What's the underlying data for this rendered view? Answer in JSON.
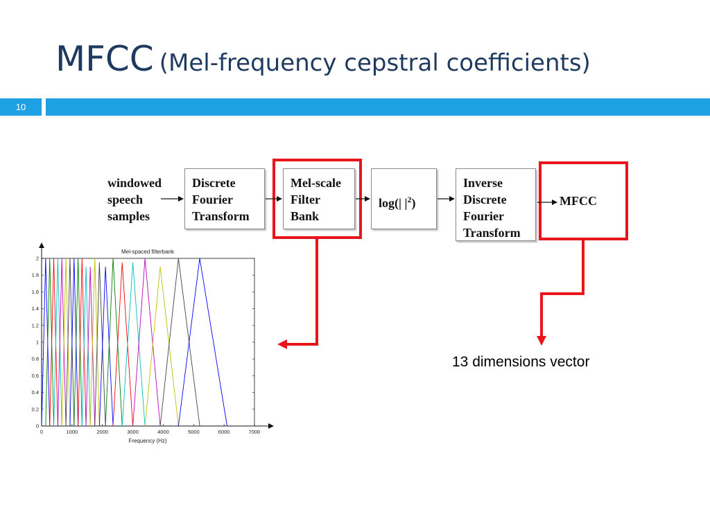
{
  "slide": {
    "title_main": "MFCC",
    "title_sub": "(Mel-frequency cepstral coefficients)",
    "number": "10",
    "accent_color": "#1da1e2"
  },
  "diagram": {
    "input_label": [
      "windowed",
      "speech",
      "samples"
    ],
    "boxes": {
      "dft": [
        "Discrete",
        "Fourier",
        "Transform"
      ],
      "mel": [
        "Mel-scale",
        "Filter",
        "Bank"
      ],
      "log_prefix": "log(|  |",
      "log_exp": "2",
      "log_suffix": ")",
      "idft": [
        "Inverse",
        "Discrete",
        "Fourier",
        "Transform"
      ]
    },
    "output_label": "MFCC",
    "highlight_color": "#e8151b",
    "note": "13 dimensions vector"
  },
  "chart_data": {
    "type": "line",
    "title": "Mel-spaced filterbank",
    "xlabel": "Frequency (Hz)",
    "ylabel": "",
    "xlim": [
      0,
      7000
    ],
    "ylim": [
      0,
      2
    ],
    "xticks": [
      "0",
      "1000",
      "2000",
      "3000",
      "4000",
      "5000",
      "6000",
      "7000"
    ],
    "yticks": [
      "0",
      "0.2",
      "0.4",
      "0.6",
      "0.8",
      "1",
      "1.2",
      "1.4",
      "1.6",
      "1.8",
      "2"
    ],
    "grid": false,
    "series": [
      {
        "color": "#0000ff",
        "x": [
          0,
          133,
          267
        ],
        "y": [
          0,
          2,
          0
        ]
      },
      {
        "color": "#008000",
        "x": [
          133,
          267,
          400
        ],
        "y": [
          0,
          2,
          0
        ]
      },
      {
        "color": "#ff0000",
        "x": [
          267,
          400,
          533
        ],
        "y": [
          0,
          2,
          0
        ]
      },
      {
        "color": "#00bfbf",
        "x": [
          400,
          533,
          667
        ],
        "y": [
          0,
          2,
          0
        ]
      },
      {
        "color": "#bf00bf",
        "x": [
          533,
          667,
          800
        ],
        "y": [
          0,
          2,
          0
        ]
      },
      {
        "color": "#bfbf00",
        "x": [
          667,
          800,
          933
        ],
        "y": [
          0,
          2,
          0
        ]
      },
      {
        "color": "#404040",
        "x": [
          800,
          933,
          1067
        ],
        "y": [
          0,
          2,
          0
        ]
      },
      {
        "color": "#0000ff",
        "x": [
          933,
          1067,
          1200
        ],
        "y": [
          0,
          2,
          0
        ]
      },
      {
        "color": "#008000",
        "x": [
          1067,
          1200,
          1330
        ],
        "y": [
          0,
          2,
          0
        ]
      },
      {
        "color": "#ff0000",
        "x": [
          1200,
          1330,
          1460
        ],
        "y": [
          0,
          2,
          0
        ]
      },
      {
        "color": "#00bfbf",
        "x": [
          1330,
          1460,
          1600
        ],
        "y": [
          0,
          1.9,
          0
        ]
      },
      {
        "color": "#bf00bf",
        "x": [
          1460,
          1600,
          1750
        ],
        "y": [
          0,
          1.9,
          0
        ]
      },
      {
        "color": "#bfbf00",
        "x": [
          1600,
          1750,
          1900
        ],
        "y": [
          0,
          2,
          0
        ]
      },
      {
        "color": "#404040",
        "x": [
          1750,
          1900,
          2100
        ],
        "y": [
          0,
          1.95,
          0
        ]
      },
      {
        "color": "#0000ff",
        "x": [
          1900,
          2100,
          2350
        ],
        "y": [
          0,
          1.9,
          0
        ]
      },
      {
        "color": "#008000",
        "x": [
          2100,
          2350,
          2650
        ],
        "y": [
          0,
          2,
          0
        ]
      },
      {
        "color": "#ff0000",
        "x": [
          2350,
          2650,
          3000
        ],
        "y": [
          0,
          1.95,
          0
        ]
      },
      {
        "color": "#00bfbf",
        "x": [
          2650,
          3000,
          3400
        ],
        "y": [
          0,
          1.95,
          0
        ]
      },
      {
        "color": "#bf00bf",
        "x": [
          3000,
          3400,
          3900
        ],
        "y": [
          0,
          2,
          0
        ]
      },
      {
        "color": "#bfbf00",
        "x": [
          3400,
          3900,
          4500
        ],
        "y": [
          0,
          1.9,
          0
        ]
      },
      {
        "color": "#404040",
        "x": [
          3900,
          4500,
          5200
        ],
        "y": [
          0,
          2,
          0
        ]
      },
      {
        "color": "#0000ff",
        "x": [
          4500,
          5200,
          6100
        ],
        "y": [
          0,
          2,
          0
        ]
      }
    ]
  }
}
